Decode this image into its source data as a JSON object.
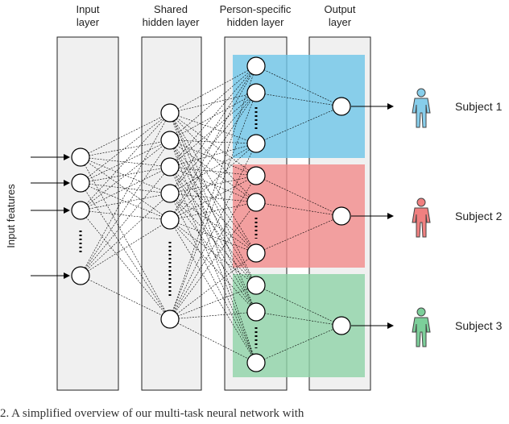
{
  "columns": {
    "input": [
      "Input",
      "layer"
    ],
    "shared": [
      "Shared",
      "hidden layer"
    ],
    "person": [
      "Person-specific",
      "hidden layer"
    ],
    "output": [
      "Output",
      "layer"
    ]
  },
  "input_features_label": "Input features",
  "subjects": [
    {
      "label": "Subject 1",
      "color": "#87ceeb"
    },
    {
      "label": "Subject 2",
      "color": "#f08080"
    },
    {
      "label": "Subject 3",
      "color": "#7ccf9a"
    }
  ],
  "group_colors": [
    "#6ec6e8",
    "#f28b8b",
    "#8fd3a8"
  ],
  "caption": "2. A simplified overview of our multi-task neural network with"
}
